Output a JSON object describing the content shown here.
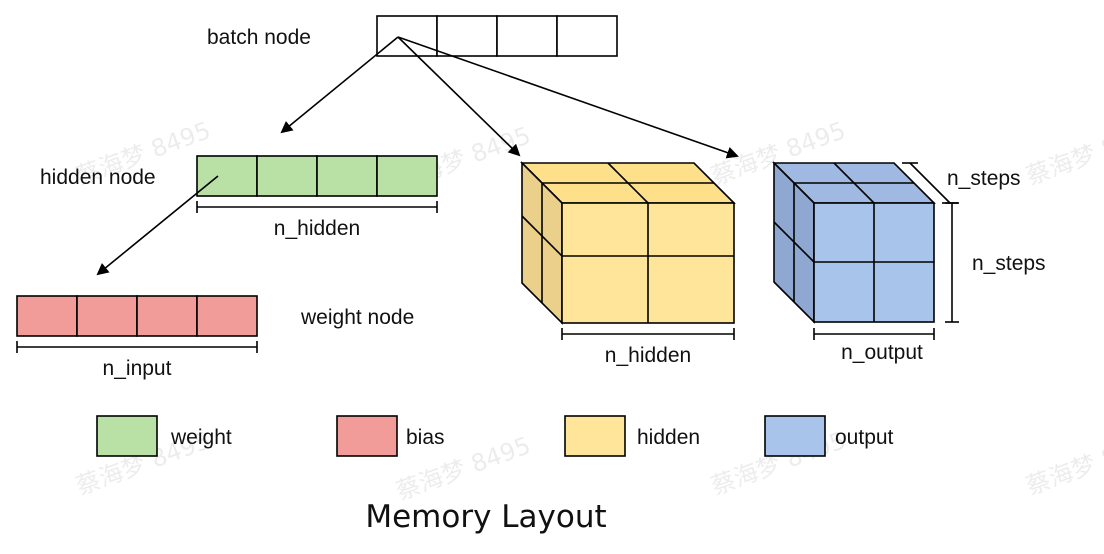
{
  "figure": {
    "title": "Memory Layout",
    "batch_node_label": "batch node",
    "hidden_node_label": "hidden node",
    "weight_node_label": "weight node",
    "hidden_node_dim": "n_hidden",
    "weight_node_dim": "n_input",
    "hidden_cube_dim": "n_hidden",
    "output_cube_dim": "n_output",
    "depth_dim": "n_steps",
    "height_dim": "n_steps"
  },
  "legend": [
    {
      "label": "weight",
      "color": "#b9e0a5"
    },
    {
      "label": "bias",
      "color": "#f19c99"
    },
    {
      "label": "hidden",
      "color": "#ffe599"
    },
    {
      "label": "output",
      "color": "#a9c4eb"
    }
  ],
  "colors": {
    "weight": "#b9e0a5",
    "bias": "#f19c99",
    "hidden_front": "#ffe599",
    "hidden_top": "#ffe08a",
    "hidden_side": "#ead08a",
    "output_front": "#a9c4eb",
    "output_top": "#9fb9e3",
    "output_side": "#8ea8d2"
  },
  "watermark": "蔡海梦 8495"
}
